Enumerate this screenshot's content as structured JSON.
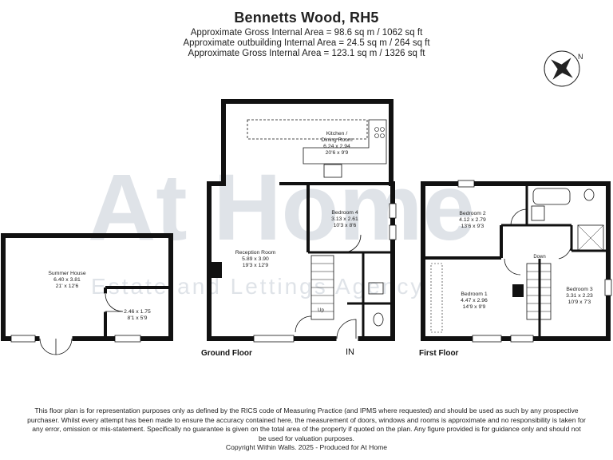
{
  "header": {
    "title": "Bennetts Wood, RH5",
    "areas": [
      "Approximate Gross Internal Area = 98.6 sq m / 1062 sq ft",
      "Approximate outbuilding Internal Area = 24.5 sq m / 264 sq ft",
      "Approximate Gross Internal Area = 123.1 sq m / 1326 sq ft"
    ]
  },
  "compass": {
    "label": "N"
  },
  "watermark": {
    "logo": "At Home",
    "tagline": "Estate and Lettings Agency"
  },
  "rooms": {
    "kitchen": {
      "name": [
        "Kitchen /",
        "Dining Room"
      ],
      "metric": "6.24 x 2.94",
      "imperial": "20'6 x 9'9"
    },
    "bedroom4": {
      "name": [
        "Bedroom 4"
      ],
      "metric": "3.13 x 2.61",
      "imperial": "10'3 x 8'6"
    },
    "reception": {
      "name": [
        "Reception Room"
      ],
      "metric": "5.89 x 3.90",
      "imperial": "19'3 x 12'9"
    },
    "summer": {
      "name": [
        "Summer House"
      ],
      "metric": "6.40 x 3.81",
      "imperial": "21' x 12'6"
    },
    "store": {
      "name": [],
      "metric": "2.46 x 1.75",
      "imperial": "8'1 x 5'9"
    },
    "bedroom2": {
      "name": [
        "Bedroom 2"
      ],
      "metric": "4.12 x 2.79",
      "imperial": "13'6 x 9'3"
    },
    "bedroom1": {
      "name": [
        "Bedroom 1"
      ],
      "metric": "4.47 x 2.96",
      "imperial": "14'9 x 9'9"
    },
    "bedroom3": {
      "name": [
        "Bedroom 3"
      ],
      "metric": "3.31 x 2.23",
      "imperial": "10'9 x 7'3"
    }
  },
  "labels": {
    "ground_floor": "Ground Floor",
    "first_floor": "First Floor",
    "entrance": "IN",
    "stairs_up": "Up",
    "stairs_down": "Down"
  },
  "disclaimer": [
    "This floor plan is for representation purposes only as defined by the RICS code of Measuring Practice (and IPMS where requested) and should be used as such by any prospective",
    "purchaser. Whilst every attempt has been made to ensure the accuracy contained here, the measurement of doors, windows and rooms is approximate and no responsibility is taken for",
    "any error, omission or mis-statement. Specifically no guarantee is given on the total area of the property if quoted on the plan. Any figure provided is for guidance only and should not",
    "be used for valuation purposes.",
    "Copyright Within Walls. 2025 - Produced for At Home"
  ]
}
